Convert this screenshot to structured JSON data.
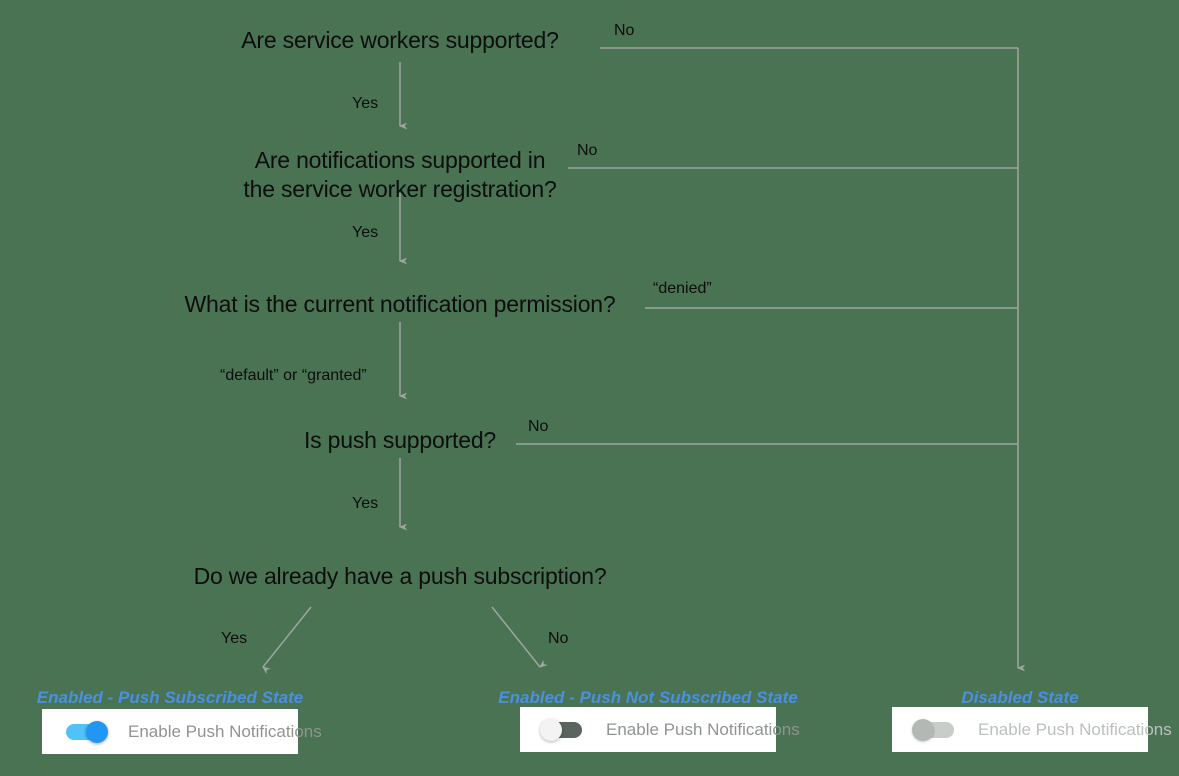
{
  "diagram": {
    "title": "Push notification state decision flow",
    "background_color": "#4a7354",
    "line_color": "#9ea6a0",
    "nodes": [
      {
        "id": "sw-supported",
        "label": "Are service workers supported?"
      },
      {
        "id": "notif-supported",
        "label": "Are notifications supported in\nthe service worker registration?"
      },
      {
        "id": "permission",
        "label": "What is the current notification permission?"
      },
      {
        "id": "push-supported",
        "label": "Is push supported?"
      },
      {
        "id": "has-subscription",
        "label": "Do we already have a push subscription?"
      }
    ],
    "edge_labels": {
      "sw_no": "No",
      "sw_yes": "Yes",
      "notif_no": "No",
      "notif_yes": "Yes",
      "perm_denied": "“denied”",
      "perm_default_granted": "“default” or “granted”",
      "push_no": "No",
      "push_yes": "Yes",
      "sub_yes": "Yes",
      "sub_no": "No"
    }
  },
  "outcomes": [
    {
      "id": "enabled-push-subscribed",
      "state_label": "Enabled - Push Subscribed State",
      "toggle_label": "Enable Push Notifications",
      "toggle_state": "on",
      "accent_color": "#2196f3",
      "track_color": "#4fc3f7"
    },
    {
      "id": "enabled-push-not-subscribed",
      "state_label": "Enabled - Push Not Subscribed State",
      "toggle_label": "Enable Push Notifications",
      "toggle_state": "off",
      "accent_color": "#5c6460",
      "track_color": "#5c6460"
    },
    {
      "id": "disabled",
      "state_label": "Disabled State",
      "toggle_label": "Enable Push Notifications",
      "toggle_state": "disabled",
      "accent_color": "#b3b8b4",
      "track_color": "#c9cdca"
    }
  ],
  "colors": {
    "state_label": "#4a90e2",
    "node_text": "#0d0d0d",
    "card_background": "#ffffff"
  }
}
